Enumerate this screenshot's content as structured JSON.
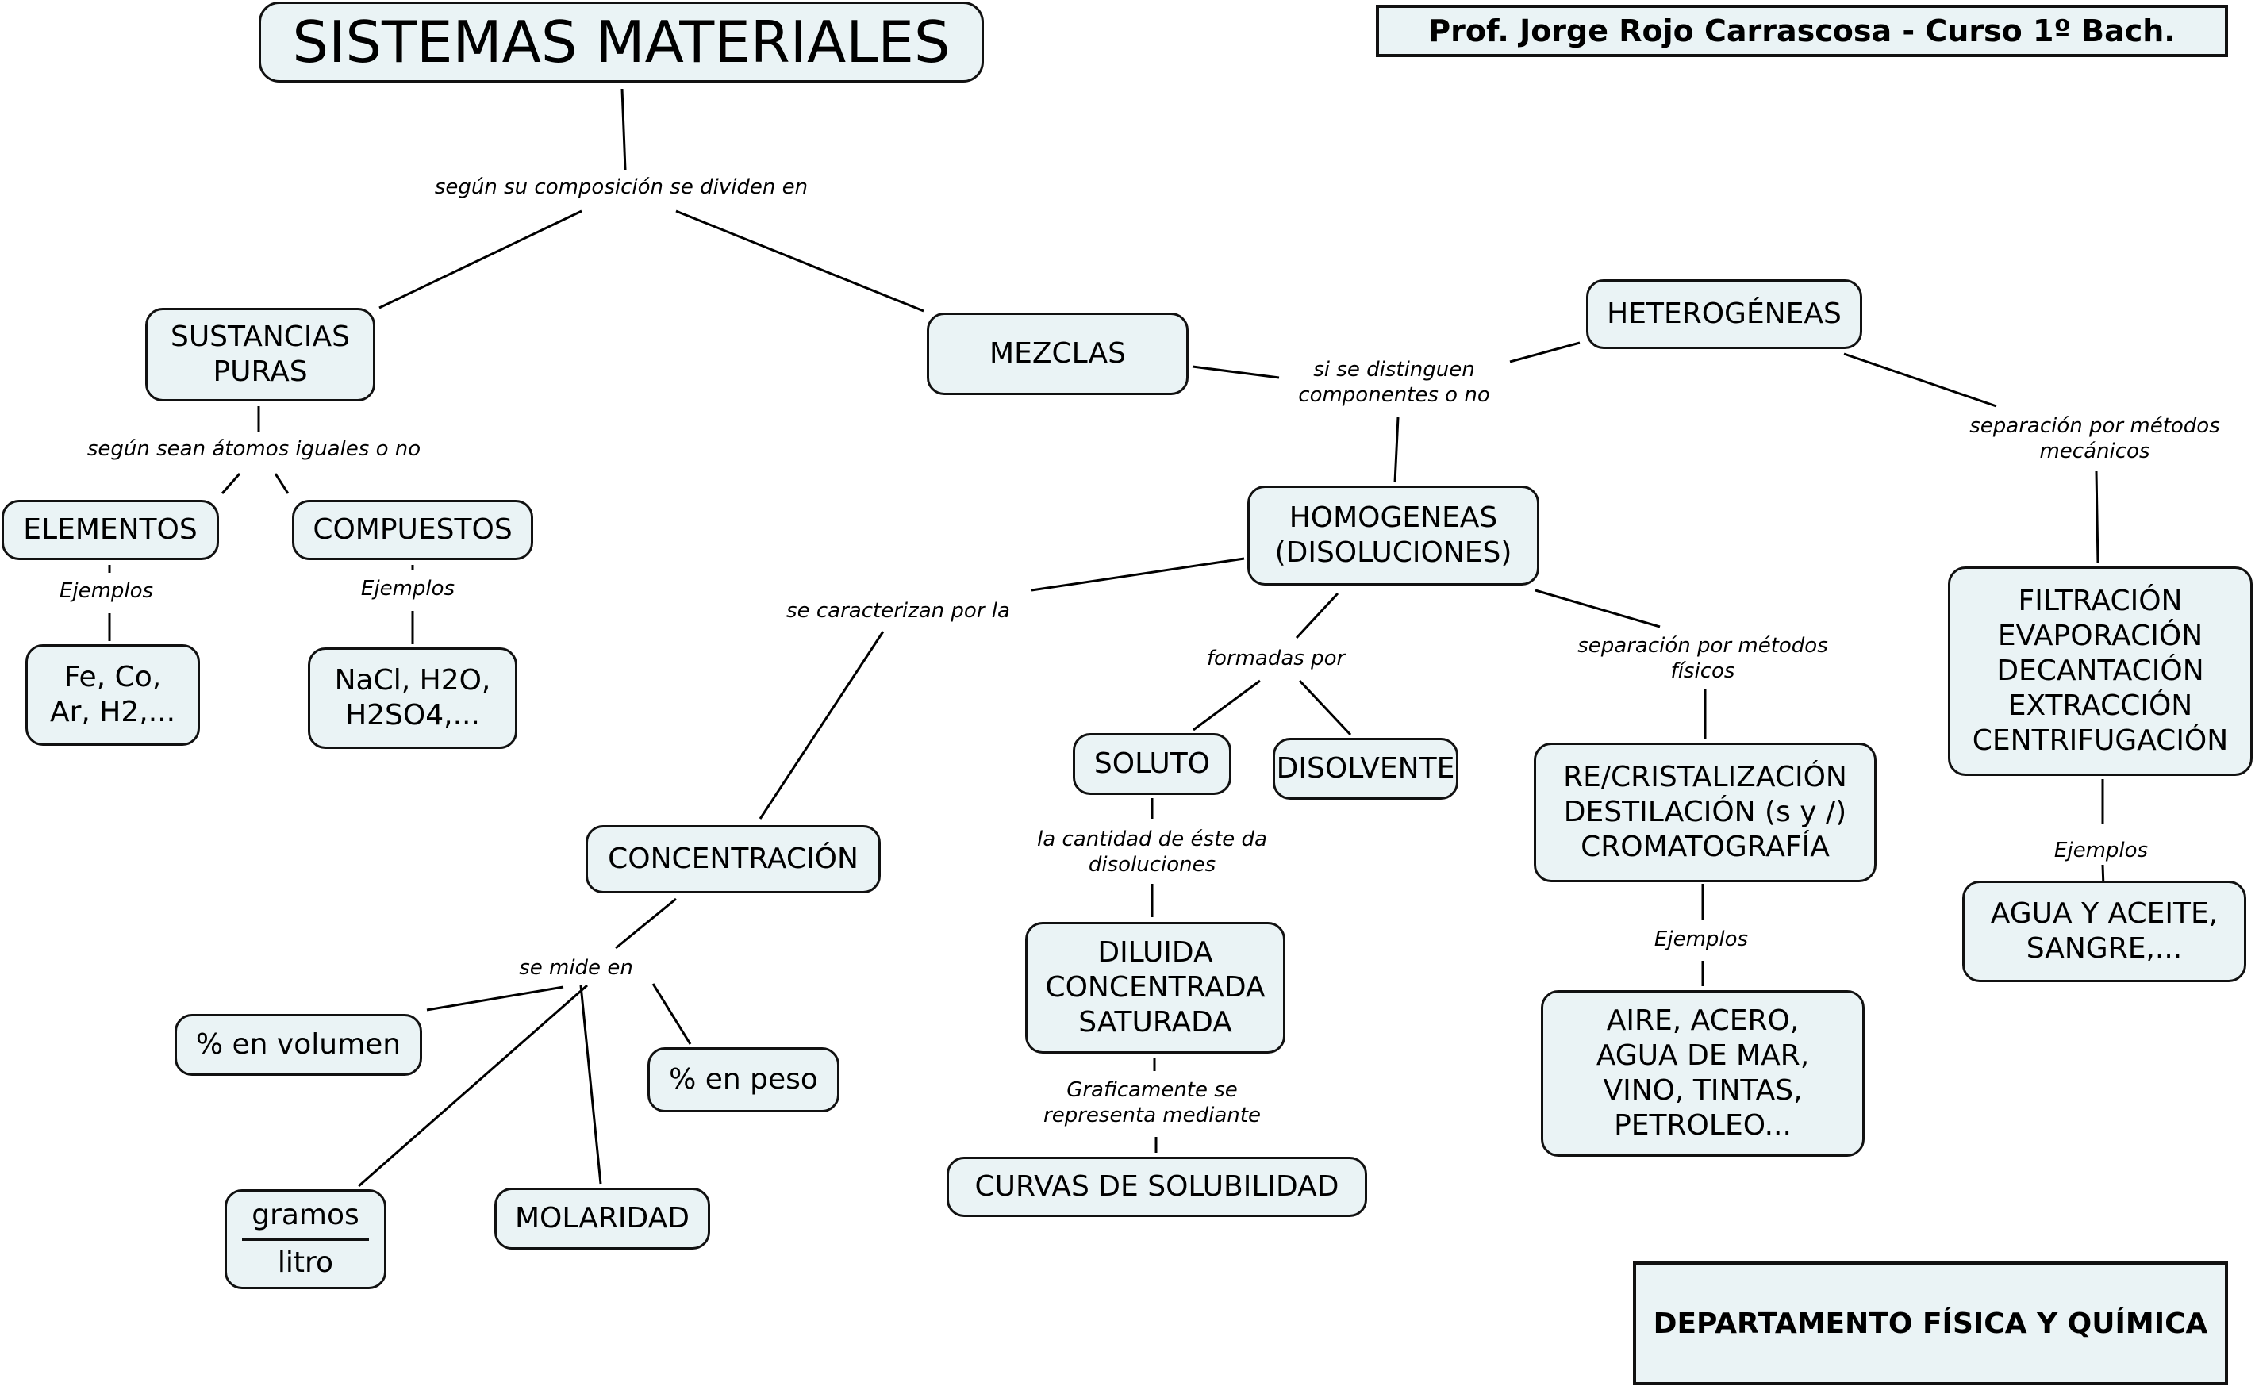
{
  "title": "SISTEMAS MATERIALES",
  "author_banner": "Prof. Jorge Rojo Carrascosa - Curso 1º Bach.",
  "department_banner": "DEPARTAMENTO FÍSICA Y QUÍMICA",
  "colors": {
    "node_fill": "#eaf3f5",
    "border": "#111111",
    "line": "#000000"
  },
  "concepts": {
    "sustancias_puras": [
      "SUSTANCIAS",
      "PURAS"
    ],
    "mezclas": [
      "MEZCLAS"
    ],
    "elementos": [
      "ELEMENTOS"
    ],
    "compuestos": [
      "COMPUESTOS"
    ],
    "elementos_ejemplos": [
      "Fe, Co,",
      "Ar, H2,..."
    ],
    "compuestos_ejemplos": [
      "NaCl, H2O,",
      "H2SO4,..."
    ],
    "heterogeneas": [
      "HETEROGÉNEAS"
    ],
    "homogeneas": [
      "HOMOGENEAS",
      "(DISOLUCIONES)"
    ],
    "metodos_mecanicos": [
      "FILTRACIÓN",
      "EVAPORACIÓN",
      "DECANTACIÓN",
      "EXTRACCIÓN",
      "CENTRIFUGACIÓN"
    ],
    "heterogeneas_ejemplos": [
      "AGUA Y ACEITE,",
      "SANGRE,..."
    ],
    "metodos_fisicos": [
      "RE/CRISTALIZACIÓN",
      "DESTILACIÓN (s y /)",
      "CROMATOGRAFÍA"
    ],
    "homogeneas_ejemplos": [
      "AIRE, ACERO,",
      "AGUA DE MAR,",
      "VINO, TINTAS,",
      "PETROLEO..."
    ],
    "soluto": [
      "SOLUTO"
    ],
    "disolvente": [
      "DISOLVENTE"
    ],
    "tipos_disolucion": [
      "DILUIDA",
      "CONCENTRADA",
      "SATURADA"
    ],
    "curvas": [
      "CURVAS DE SOLUBILIDAD"
    ],
    "concentracion": [
      "CONCENTRACIÓN"
    ],
    "volumen": [
      "% en volumen"
    ],
    "peso": [
      "% en peso"
    ],
    "gramos_litro": {
      "numerator": "gramos",
      "denominator": "litro"
    },
    "molaridad": [
      "MOLARIDAD"
    ]
  },
  "linking_phrases": {
    "composicion": [
      "según su composición se dividen en"
    ],
    "atomos": [
      "según sean átomos iguales o no"
    ],
    "ejemplos_elementos": [
      "Ejemplos"
    ],
    "ejemplos_compuestos": [
      "Ejemplos"
    ],
    "distinguen": [
      "si se distinguen",
      "componentes o no"
    ],
    "mecanicos": [
      "separación por métodos",
      "mecánicos"
    ],
    "ejemplos_heterogeneas": [
      "Ejemplos"
    ],
    "fisicos": [
      "separación por métodos",
      "físicos"
    ],
    "ejemplos_homogeneas": [
      "Ejemplos"
    ],
    "caracterizan": [
      "se caracterizan por la"
    ],
    "formadas": [
      "formadas por"
    ],
    "cantidad": [
      "la cantidad de éste da",
      "disoluciones"
    ],
    "graficamente": [
      "Graficamente se",
      "representa mediante"
    ],
    "mide": [
      "se mide en"
    ]
  }
}
